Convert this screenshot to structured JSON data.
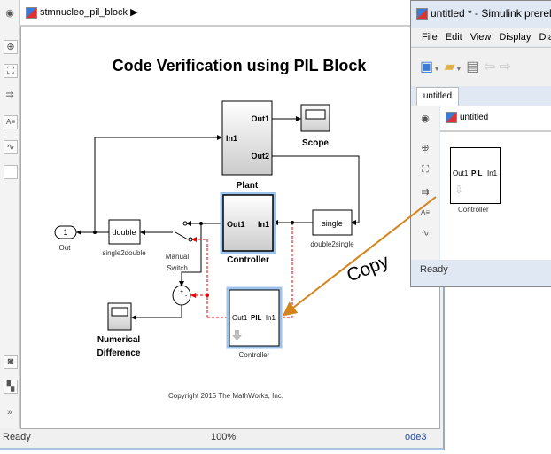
{
  "main": {
    "breadcrumb": "stmnucleo_pil_block",
    "title": "Code Verification using PIL Block",
    "status": {
      "left": "Ready",
      "zoom": "100%",
      "solver": "ode3"
    },
    "blocks": {
      "plant": {
        "in1": "In1",
        "out1": "Out1",
        "out2": "Out2",
        "label": "Plant"
      },
      "scope": "Scope",
      "controller": {
        "out1": "Out1",
        "in1": "In1",
        "label": "Controller"
      },
      "double2single": {
        "text": "single",
        "label": "double2single"
      },
      "single2double": {
        "text": "double",
        "label": "single2double"
      },
      "out": {
        "text": "1",
        "label": "Out"
      },
      "switch": {
        "line1": "Manual",
        "line2": "Switch"
      },
      "numdiff": {
        "line1": "Numerical",
        "line2": "Difference"
      },
      "pil": {
        "out1": "Out1",
        "pil": "PIL",
        "in1": "In1",
        "label": "Controller"
      }
    },
    "copyright": "Copyright 2015 The MathWorks, Inc."
  },
  "annotation": {
    "copy": "Copy",
    "arrow_color": "#d4821a"
  },
  "second_window": {
    "title": "untitled * - Simulink prerelease u",
    "menu": [
      "File",
      "Edit",
      "View",
      "Display",
      "Diag"
    ],
    "tab": "untitled",
    "breadcrumb": "untitled",
    "block": {
      "out1": "Out1",
      "pil": "PIL",
      "in1": "In1",
      "label": "Controller"
    },
    "status": "Ready"
  }
}
